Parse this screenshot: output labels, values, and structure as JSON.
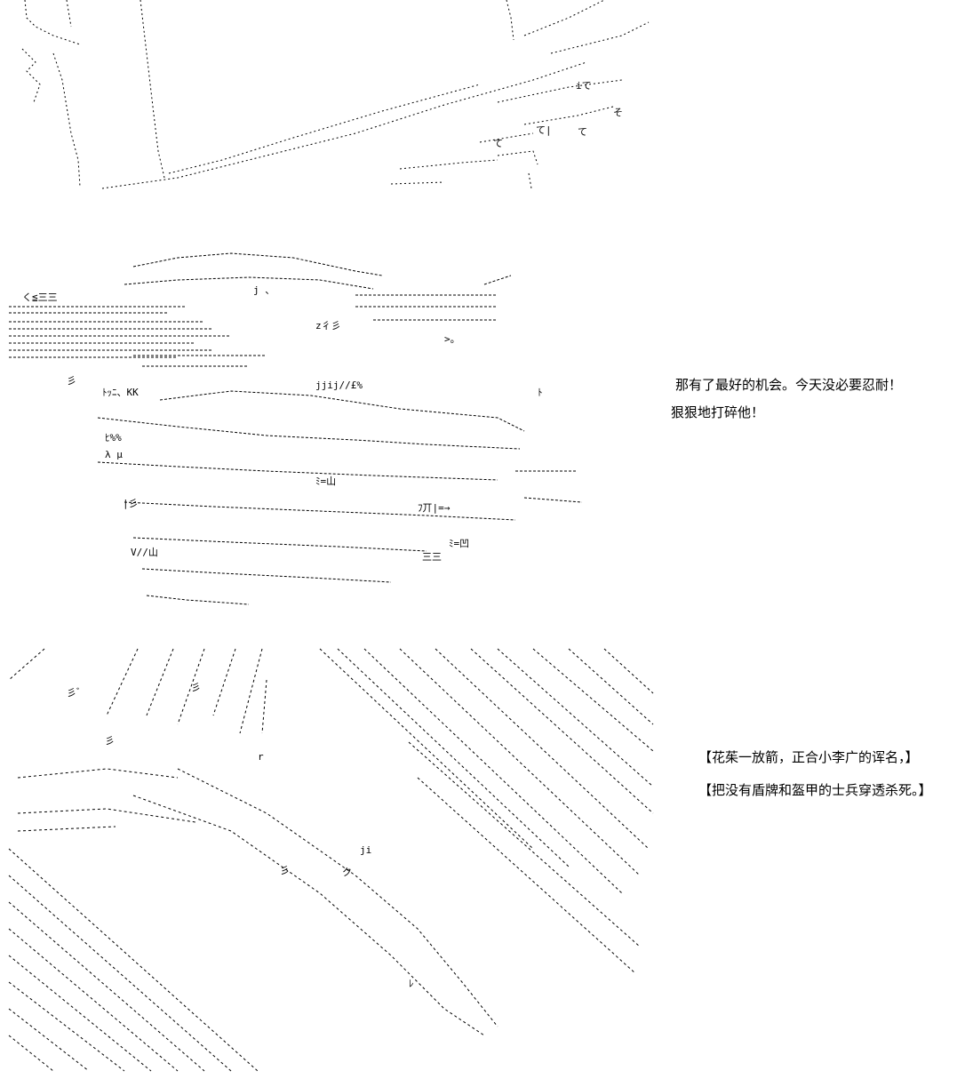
{
  "dialogue": {
    "line1": "那有了最好的机会。今天没必要忍耐！",
    "line2": "狠狠地打碎他！"
  },
  "narration": {
    "line1": "【花茱一放箭，正合小李广的诨名，】",
    "line2": "【把没有盾牌和盔甲的士兵穿透杀死。】"
  },
  "colors": {
    "ink": "#000000",
    "background": "#ffffff"
  }
}
